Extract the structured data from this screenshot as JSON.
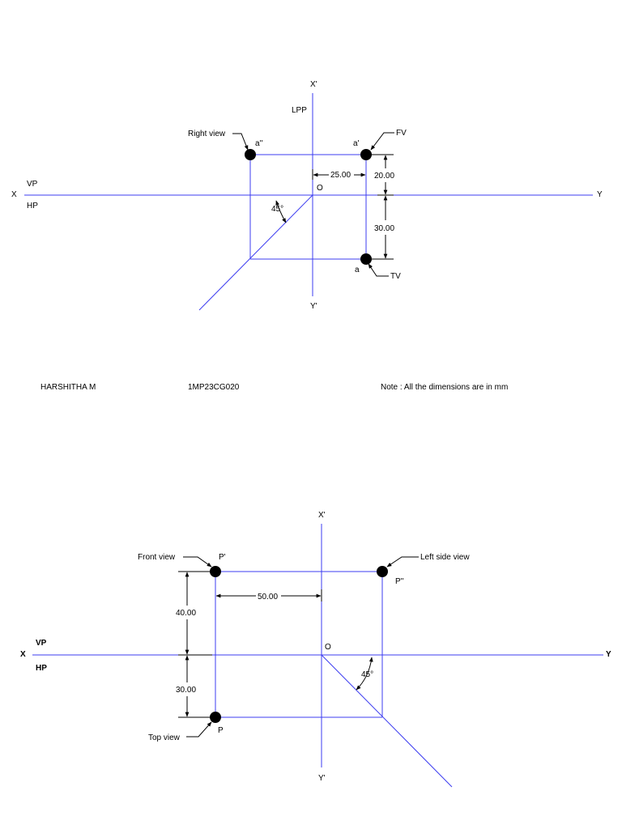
{
  "colors": {
    "projection_line": "#3c3cf0",
    "dimension": "#000000",
    "point": "#000000"
  },
  "top_drawing": {
    "label_x": "X",
    "label_y": "Y",
    "label_xp": "X'",
    "label_yp": "Y'",
    "label_lpp": "LPP",
    "label_vp": "VP",
    "label_hp": "HP",
    "label_o": "O",
    "label_a_side": "a''",
    "label_a_front": "a'",
    "label_a_top": "a",
    "callout_right_view": "Right view",
    "callout_fv": "FV",
    "callout_tv": "TV",
    "dim_horizontal": "25.00",
    "dim_above": "20.00",
    "dim_below": "30.00",
    "angle": "45°"
  },
  "footer": {
    "name": "HARSHITHA M",
    "id": "1MP23CG020",
    "note": "Note : All the dimensions are in mm"
  },
  "bottom_drawing": {
    "label_x": "X",
    "label_y": "Y",
    "label_xp": "X'",
    "label_yp": "Y'",
    "label_vp": "VP",
    "label_hp": "HP",
    "label_o": "O",
    "label_p_front": "P'",
    "label_p_side": "P''",
    "label_p_top": "P",
    "callout_front_view": "Front view",
    "callout_left_side_view": "Left side view",
    "callout_top_view": "Top view",
    "dim_horizontal": "50.00",
    "dim_above": "40.00",
    "dim_below": "30.00",
    "angle": "45°"
  }
}
